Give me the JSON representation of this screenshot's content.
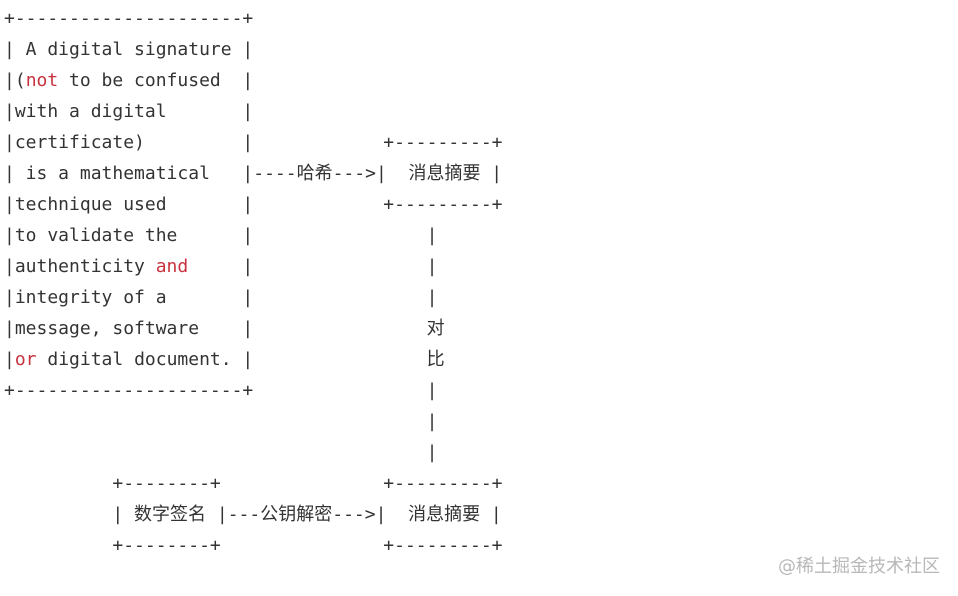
{
  "diagram": {
    "lines": [
      [
        {
          "t": "+---------------------+"
        }
      ],
      [
        {
          "t": "| A digital signature |"
        }
      ],
      [
        {
          "t": "|("
        },
        {
          "t": "not",
          "kw": true
        },
        {
          "t": " to be confused  |"
        }
      ],
      [
        {
          "t": "|with a digital       |"
        }
      ],
      [
        {
          "t": "|certificate)         |            +---------+"
        }
      ],
      [
        {
          "t": "| is a mathematical   |----哈希--->|  消息摘要 |"
        }
      ],
      [
        {
          "t": "|technique used       |            +---------+"
        }
      ],
      [
        {
          "t": "|to validate the      |                |"
        }
      ],
      [
        {
          "t": "|authenticity "
        },
        {
          "t": "and",
          "kw": true
        },
        {
          "t": "     |                |"
        }
      ],
      [
        {
          "t": "|integrity of a       |                |"
        }
      ],
      [
        {
          "t": "|message, software    |                对"
        }
      ],
      [
        {
          "t": "|"
        },
        {
          "t": "or",
          "kw": true
        },
        {
          "t": " digital document. |                比"
        }
      ],
      [
        {
          "t": "+---------------------+                |"
        }
      ],
      [
        {
          "t": "                                       |"
        }
      ],
      [
        {
          "t": "                                       |"
        }
      ],
      [
        {
          "t": "          +--------+               +---------+"
        }
      ],
      [
        {
          "t": "          | 数字签名 |---公钥解密--->|  消息摘要 |"
        }
      ],
      [
        {
          "t": "          +--------+               +---------+"
        }
      ]
    ]
  },
  "watermark": "@稀土掘金技术社区"
}
